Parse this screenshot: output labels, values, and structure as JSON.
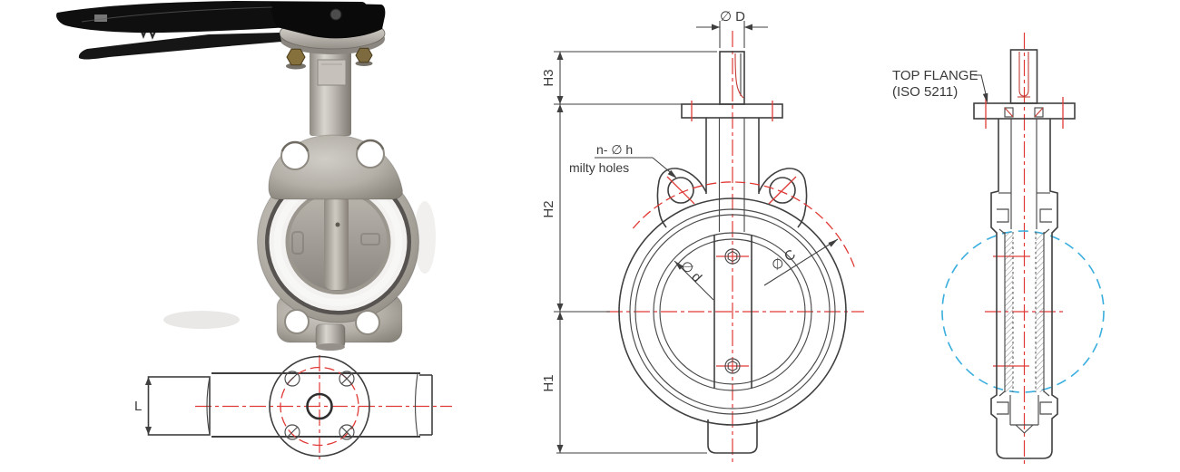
{
  "figure": {
    "type": "technical-drawing",
    "subject": "Wafer butterfly valve with lever handle: photo, front view, side section view and top view"
  },
  "photo": {
    "description": "Stainless steel wafer butterfly valve with black locking lever handle, white seat ring and stainless disc"
  },
  "front_view": {
    "labels": {
      "stem_diameter": "∅ D",
      "h3": "H3",
      "h2": "H2",
      "h1": "H1",
      "bolt_holes": "n- ∅ h",
      "bolt_holes_note": "milty holes",
      "bore_diameter": "∅ d",
      "bolt_circle": "∅ C"
    }
  },
  "side_view": {
    "labels": {
      "top_flange_line1": "TOP FLANGE",
      "top_flange_line2": "(ISO 5211)"
    }
  },
  "top_view": {
    "labels": {
      "face_to_face": "L"
    }
  },
  "colors": {
    "drawing_lines": "#3f3f3f",
    "centerlines_red": "#e03a36",
    "disc_reference_circle_blue": "#3aaede",
    "handle_black": "#101010",
    "valve_metal": "#b3afa8",
    "seat_white": "#f2f1ef",
    "background": "#ffffff"
  }
}
